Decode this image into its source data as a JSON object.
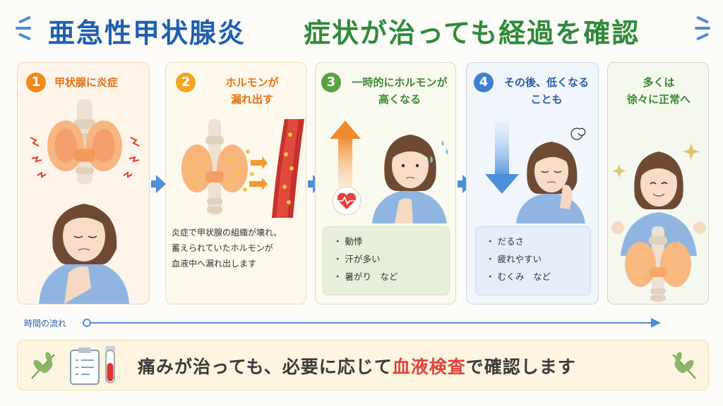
{
  "title": {
    "left": "亜急性甲状腺炎",
    "right": "症状が治っても経過を確認"
  },
  "steps": [
    {
      "number": "1",
      "title_lines": [
        "甲状腺に炎症"
      ]
    },
    {
      "number": "2",
      "title_lines": [
        "ホルモンが",
        "漏れ出す"
      ],
      "description_lines": [
        "炎症で甲状腺の組織が壊れ、",
        "蓄えられていたホルモンが",
        "血液中へ漏れ出します"
      ]
    },
    {
      "number": "3",
      "title_lines": [
        "一時的にホルモンが",
        "高くなる"
      ],
      "symptoms": [
        "・ 動悸",
        "・ 汗が多い",
        "・ 暑がり　など"
      ]
    },
    {
      "number": "4",
      "title_lines": [
        "その後、低くなる",
        "ことも"
      ],
      "symptoms": [
        "・ だるさ",
        "・ 疲れやすい",
        "・ むくみ　など"
      ]
    },
    {
      "title_lines": [
        "多くは",
        "徐々に正常へ"
      ]
    }
  ],
  "timeline": {
    "label": "時間の流れ"
  },
  "banner": {
    "text_before": "痛みが治っても、必要に応じて",
    "highlight": "血液検査",
    "text_after": "で確認します"
  },
  "colors": {
    "title_blue": "#1f5fb0",
    "title_green": "#2f8a3a",
    "step_orange": "#e8700f",
    "step_green": "#3b8a2f",
    "step_blue": "#2a5fa8",
    "arrow_blue": "#4d8fd8",
    "highlight_red": "#e0463c"
  },
  "icons": {
    "panel1": [
      "thyroid-inflamed-icon",
      "pain-spark-icon",
      "woman-throat-pain-icon"
    ],
    "panel2": [
      "thyroid-icon",
      "blood-vessel-icon",
      "hormone-flow-arrow-icon"
    ],
    "panel3": [
      "up-arrow-icon",
      "heart-pulse-icon",
      "woman-sweating-icon"
    ],
    "panel4": [
      "down-arrow-icon",
      "woman-tired-icon",
      "dizzy-swirl-icon"
    ],
    "panel5": [
      "woman-happy-icon",
      "thyroid-normal-icon",
      "sparkle-icon"
    ],
    "banner": [
      "leaf-icon",
      "clipboard-icon",
      "blood-test-tube-icon"
    ]
  }
}
